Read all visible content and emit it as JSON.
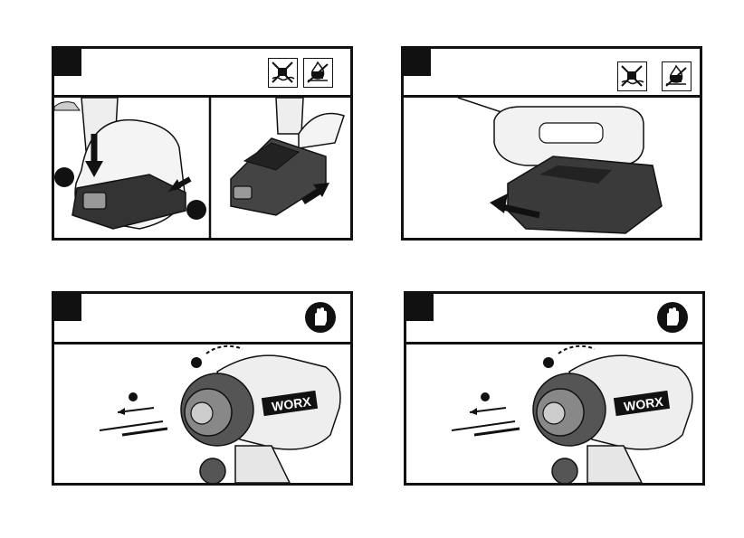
{
  "page": {
    "background": "#ffffff",
    "ink": "#111111"
  },
  "panels": [
    {
      "id": "panel-1",
      "step_number": "",
      "header_icons": [
        "no-water-immersion-icon",
        "no-fire-icon"
      ],
      "subpanels": [
        "insert-battery-illustration",
        "remove-battery-illustration"
      ],
      "callouts": [
        "",
        ""
      ]
    },
    {
      "id": "panel-2",
      "step_number": "",
      "header_icons": [
        "no-water-immersion-icon",
        "no-fire-icon"
      ],
      "subpanels": [
        "battery-charging-illustration"
      ],
      "callouts": []
    },
    {
      "id": "panel-3",
      "step_number": "",
      "header_icons": [
        "wear-gloves-icon"
      ],
      "subpanels": [
        "chuck-bit-insertion-illustration"
      ],
      "brand_mark": "WORX",
      "callouts": []
    },
    {
      "id": "panel-4",
      "step_number": "",
      "header_icons": [
        "wear-gloves-icon"
      ],
      "subpanels": [
        "chuck-bit-insertion-illustration"
      ],
      "brand_mark": "WORX",
      "callouts": []
    }
  ]
}
